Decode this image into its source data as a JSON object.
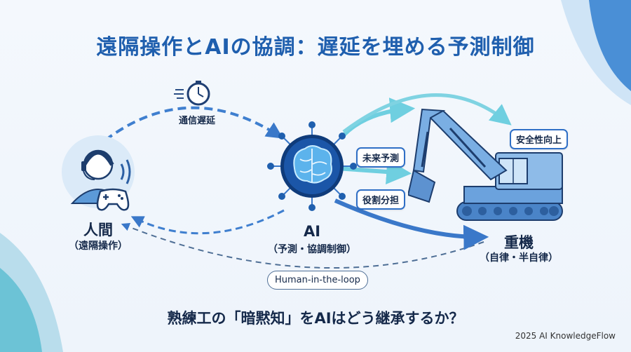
{
  "title": "遠隔操作とAIの協調：遅延を埋める予測制御",
  "nodes": {
    "human": {
      "label": "人間",
      "sublabel": "（遠隔操作）"
    },
    "ai": {
      "label": "AI",
      "sublabel": "（予測・協調制御）"
    },
    "machine": {
      "label": "重機",
      "sublabel": "（自律・半自律）"
    }
  },
  "tags": {
    "latency": "通信遅延",
    "future_prediction": "未来予測",
    "role_sharing": "役割分担",
    "safety": "安全性向上",
    "hitl": "Human-in-the-loop"
  },
  "question": "熟練工の「暗黙知」をAIはどう継承するか？",
  "footer": "2025 AI KnowledgeFlow",
  "icons": [
    "clock-icon",
    "operator-icon",
    "headset-icon",
    "gamepad-icon",
    "brain-icon",
    "excavator-icon"
  ],
  "colors": {
    "title": "#1f5fae",
    "accent": "#2f6fc6",
    "teal": "#5ec4d8",
    "text": "#15294a"
  }
}
